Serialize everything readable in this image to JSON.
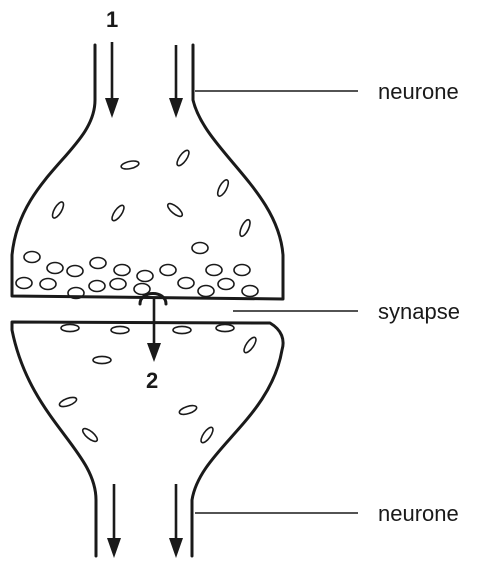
{
  "labels": {
    "top_neurone": "neurone",
    "synapse": "synapse",
    "bottom_neurone": "neurone"
  },
  "markers": {
    "arrow_1": "1",
    "arrow_2": "2"
  }
}
